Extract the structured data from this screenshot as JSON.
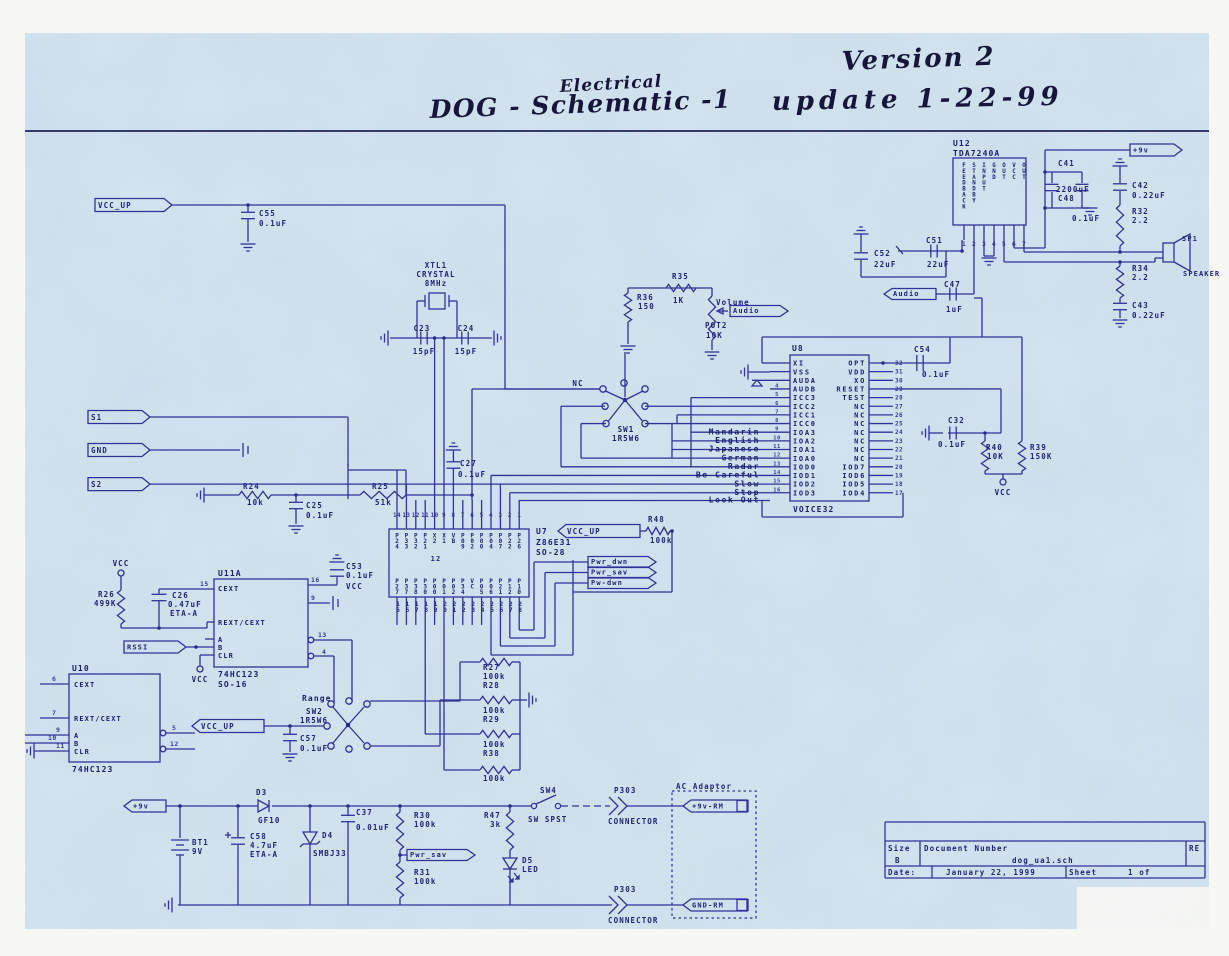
{
  "title": {
    "pre": "Electrical",
    "main": "DOG - Schematic -1",
    "version": "Version 2",
    "update": "update  1-22-99"
  },
  "title_block": {
    "size_label": "Size",
    "size_value": "B",
    "doc_label": "Document Number",
    "doc_value": "dog_ua1.sch",
    "rev_label": "RE",
    "date_label": "Date:",
    "date_value": "January 22, 1999",
    "sheet_label": "Sheet",
    "sheet_value": "1 of"
  },
  "net_labels": {
    "vcc_up_top": "VCC_UP",
    "gnd_left": "GND",
    "s1": "S1",
    "s2": "S2",
    "rssi": "RSSI",
    "nc": "NC",
    "vcc_up_mcu": "VCC_UP",
    "vcc_up_range": "VCC_UP",
    "audio_out": "Audio",
    "audio_in": "Audio",
    "p9v_amp": "+9v",
    "p9v_batt": "+9v",
    "pwr_dwn": "Pwr_dwn",
    "pwr_sav": "Pwr_sav",
    "pw_dwn": "Pw-dwn",
    "pwr_sav_led": "Pwr_sav",
    "p9v_rm": "+9v-RM",
    "gnd_rm": "GND-RM",
    "vcc_r26": "VCC",
    "vcc_u11a": "VCC",
    "vcc_c53": "VCC",
    "vcc_u8": "VCC",
    "volume": "Volume"
  },
  "languages": [
    "Mandarin",
    "English",
    "Japanese",
    "German",
    "Radar",
    "Be Careful",
    "Slow",
    "Stop",
    "Look Out"
  ],
  "components": {
    "c55": {
      "ref": "C55",
      "value": "0.1uF"
    },
    "xtl1": {
      "ref": "XTL1",
      "name": "CRYSTAL",
      "value": "8MHz"
    },
    "c23": {
      "ref": "C23",
      "value": "15pF"
    },
    "c24": {
      "ref": "C24",
      "value": "15pF"
    },
    "r24": {
      "ref": "R24",
      "value": "10k"
    },
    "r25": {
      "ref": "R25",
      "value": "51k"
    },
    "c25": {
      "ref": "C25",
      "value": "0.1uF"
    },
    "c27": {
      "ref": "C27",
      "value": "0.1uF"
    },
    "r26": {
      "ref": "R26",
      "value": "499K"
    },
    "c26": {
      "ref": "C26",
      "value": "0.47uF",
      "note": "ETA-A"
    },
    "c53": {
      "ref": "C53",
      "value": "0.1uF"
    },
    "r48": {
      "ref": "R48",
      "value": "100k"
    },
    "r35": {
      "ref": "R35",
      "value": "1K"
    },
    "r36": {
      "ref": "R36",
      "value": "150"
    },
    "pot2": {
      "ref": "POT2",
      "value": "10K"
    },
    "sw1": {
      "ref": "SW1",
      "value": "1R5W6"
    },
    "sw2": {
      "ref": "SW2",
      "value": "1R5W6",
      "note": "Range"
    },
    "c57": {
      "ref": "C57",
      "value": "0.1uF"
    },
    "r27": {
      "ref": "R27",
      "value": "100k"
    },
    "r28": {
      "ref": "R28",
      "value": "100k"
    },
    "r29": {
      "ref": "R29",
      "value": "100k"
    },
    "r38": {
      "ref": "R38",
      "value": "100k"
    },
    "c54": {
      "ref": "C54",
      "value": "0.1uF"
    },
    "c32": {
      "ref": "C32",
      "value": "0.1uF"
    },
    "r40": {
      "ref": "R40",
      "value": "10K"
    },
    "r39": {
      "ref": "R39",
      "value": "150K"
    },
    "c52": {
      "ref": "C52",
      "value": "22uF"
    },
    "c51": {
      "ref": "C51",
      "value": "22uF"
    },
    "c47": {
      "ref": "C47",
      "value": "1uF"
    },
    "c41": {
      "ref": "C41",
      "value": "2200uF"
    },
    "c48": {
      "ref": "C48",
      "value": "0.1uF"
    },
    "c42": {
      "ref": "C42",
      "value": "0.22uF"
    },
    "r32": {
      "ref": "R32",
      "value": "2.2"
    },
    "r34": {
      "ref": "R34",
      "value": "2.2"
    },
    "c43": {
      "ref": "C43",
      "value": "0.22uF"
    },
    "sp1": {
      "ref": "SP1",
      "name": "SPEAKER"
    },
    "bt1": {
      "ref": "BT1",
      "value": "9V"
    },
    "c58": {
      "ref": "C58",
      "value": "4.7uF",
      "note": "ETA-A"
    },
    "d3": {
      "ref": "D3",
      "value": "GF10"
    },
    "d4": {
      "ref": "D4",
      "value": "SMBJ33"
    },
    "c37": {
      "ref": "C37",
      "value": "0.01uF"
    },
    "r30": {
      "ref": "R30",
      "value": "100k"
    },
    "r31": {
      "ref": "R31",
      "value": "100k"
    },
    "r47": {
      "ref": "R47",
      "value": "3k"
    },
    "d5": {
      "ref": "D5",
      "value": "LED"
    },
    "sw4": {
      "ref": "SW4",
      "value": "SW SPST"
    },
    "p303a": {
      "ref": "P303",
      "value": "CONNECTOR"
    },
    "p303b": {
      "ref": "P303",
      "value": "CONNECTOR"
    },
    "ac_adaptor": {
      "label": "AC Adaptor"
    }
  },
  "ics": {
    "u7": {
      "ref": "U7",
      "part": "Z86E31",
      "package": "SO-28",
      "center_mark": "12",
      "top_pins": [
        "P24",
        "P33",
        "P32",
        "P21",
        "X2",
        "X1",
        "VB",
        "P09",
        "P02",
        "P00",
        "P04",
        "P07",
        "P22",
        "P26"
      ],
      "top_numbers": [
        "14",
        "13",
        "12",
        "11",
        "10",
        "9",
        "8",
        "7",
        "6",
        "5",
        "4",
        "3",
        "2",
        "1"
      ],
      "bottom_pins": [
        "P27",
        "P37",
        "P38",
        "P30",
        "P00",
        "P01",
        "P02",
        "P34",
        "VC",
        "P05",
        "P06",
        "P21",
        "P12",
        "P10"
      ],
      "bottom_numbers": [
        "15",
        "16",
        "17",
        "18",
        "19",
        "20",
        "21",
        "22",
        "23",
        "24",
        "25",
        "26",
        "27",
        "28"
      ]
    },
    "u8": {
      "ref": "U8",
      "part": "VOICE32",
      "left_pins": [
        "XI",
        "VSS",
        "AUDA",
        "AUDB",
        "ICC3",
        "ICC2",
        "ICC1",
        "ICC0",
        "IOA3",
        "IOA2",
        "IOA1",
        "IOA0",
        "IOD0",
        "IOD1",
        "IOD2",
        "IOD3"
      ],
      "right_pins": [
        "OPT",
        "VDD",
        "XO",
        "RESET",
        "TEST",
        "NC",
        "NC",
        "NC",
        "NC",
        "NC",
        "NC",
        "NC",
        "IOD7",
        "IOD6",
        "IOD5",
        "IOD4"
      ],
      "right_numbers": [
        "32",
        "31",
        "30",
        "29",
        "28",
        "27",
        "26",
        "25",
        "24",
        "23",
        "22",
        "21",
        "20",
        "19",
        "18",
        "17"
      ],
      "left_numbers": [
        "4",
        "5",
        "6",
        "7",
        "8",
        "9",
        "10",
        "11",
        "12",
        "13",
        "14",
        "15",
        "16"
      ]
    },
    "u11a": {
      "ref": "U11A",
      "part": "74HC123",
      "package": "SO-16",
      "pins": {
        "cext": "CEXT",
        "rext": "REXT/CEXT",
        "a": "A",
        "b": "B",
        "clr": "CLR"
      },
      "numbers": {
        "cext": "15",
        "vcc": "16",
        "p9": "9",
        "q": "13",
        "qb": "4"
      }
    },
    "u10": {
      "ref": "U10",
      "part": "74HC123",
      "pins": {
        "cext": "CEXT",
        "rext": "REXT/CEXT",
        "a": "A",
        "b": "B",
        "clr": "CLR"
      },
      "numbers": {
        "cext": "6",
        "rext": "7",
        "a": "9",
        "b": "10",
        "clr": "11",
        "q": "5",
        "qb": "12"
      }
    },
    "u12": {
      "ref": "U12",
      "part": "TDA7240A",
      "pins": [
        "FEEDBACK",
        "STANDBY",
        "INPUT",
        "GND",
        "OUT",
        "VCC",
        "OUT"
      ],
      "numbers": [
        "1",
        "2",
        "3",
        "4",
        "5",
        "6",
        "7"
      ]
    }
  }
}
